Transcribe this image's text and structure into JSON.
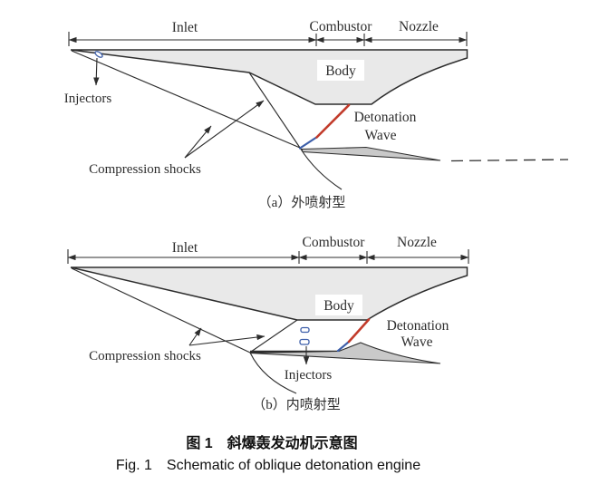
{
  "colors": {
    "red": "#c23b2b",
    "blue": "#3c5ea9",
    "body_fill": "#e9e9e9",
    "cowl_fill": "#c9c9c9",
    "line": "#2d2d2d"
  },
  "panel_a": {
    "regions": {
      "inlet": "Inlet",
      "combustor": "Combustor",
      "nozzle": "Nozzle"
    },
    "body": "Body",
    "injectors": "Injectors",
    "compression_shocks": "Compression shocks",
    "detonation_wave_line1": "Detonation",
    "detonation_wave_line2": "Wave",
    "caption": "（a）外喷射型"
  },
  "panel_b": {
    "regions": {
      "inlet": "Inlet",
      "combustor": "Combustor",
      "nozzle": "Nozzle"
    },
    "body": "Body",
    "injectors": "Injectors",
    "compression_shocks": "Compression shocks",
    "detonation_wave_line1": "Detonation",
    "detonation_wave_line2": "Wave",
    "caption": "（b）内喷射型"
  },
  "figure_caption": {
    "zh": "图 1　斜爆轰发动机示意图",
    "en": "Fig. 1　Schematic of oblique detonation engine"
  }
}
